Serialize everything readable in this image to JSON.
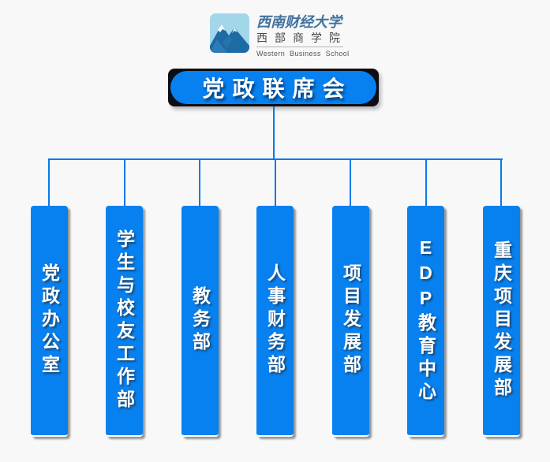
{
  "logo": {
    "icon": "mountain-logo-icon",
    "university_name": "西南财经大学",
    "school_name": "西部商学院",
    "school_name_en": "Western Business School"
  },
  "org_chart": {
    "root": {
      "label": "党政联席会"
    },
    "departments": [
      {
        "label": "党政办公室"
      },
      {
        "label": "学生与校友工作部"
      },
      {
        "label": "教务部"
      },
      {
        "label": "人事财务部"
      },
      {
        "label": "项目发展部"
      },
      {
        "label": "EDP教育中心"
      },
      {
        "label": "重庆项目发展部"
      }
    ]
  },
  "colors": {
    "background": "#f8f8f8",
    "node_blue": "#0780f0",
    "connector_blue": "#0879ec",
    "root_border_black": "#0d0d15",
    "node_text": "#ffffff",
    "logo_text_blue": "#41719c",
    "logo_icon_sky": "#a2d7ea",
    "logo_icon_mountain": "#1c6ba5"
  }
}
